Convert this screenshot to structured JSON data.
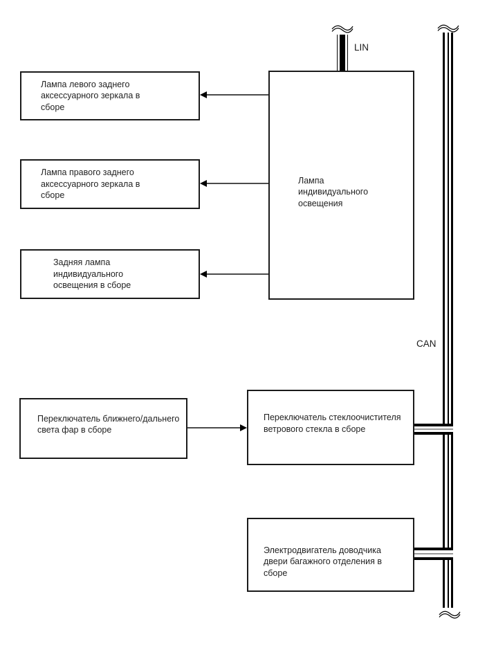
{
  "diagram": {
    "bus_labels": {
      "lin": "LIN",
      "can": "CAN"
    },
    "nodes": {
      "left_mirror_lamp": {
        "label": "Лампа левого заднего\nаксессуарного зеркала в\nсборе"
      },
      "right_mirror_lamp": {
        "label": "Лампа правого заднего\nаксессуарного зеркала в\nсборе"
      },
      "rear_individual_lamp": {
        "label": "Задняя лампа\nиндивидуального\nосвещения в сборе"
      },
      "individual_lamp": {
        "label": "Лампа\nиндивидуального\nосвещения"
      },
      "headlamp_switch": {
        "label": "Переключатель ближнего/дальнего\nсвета фар в сборе"
      },
      "wiper_switch": {
        "label": "Переключатель стеклоочистителя\nветрового стекла в сборе"
      },
      "tailgate_motor": {
        "label": "Электродвигатель доводчика\nдвери багажного отделения в\nсборе"
      }
    },
    "colors": {
      "line": "#000000",
      "arrow": "#4a4a4a",
      "background": "#ffffff"
    }
  }
}
